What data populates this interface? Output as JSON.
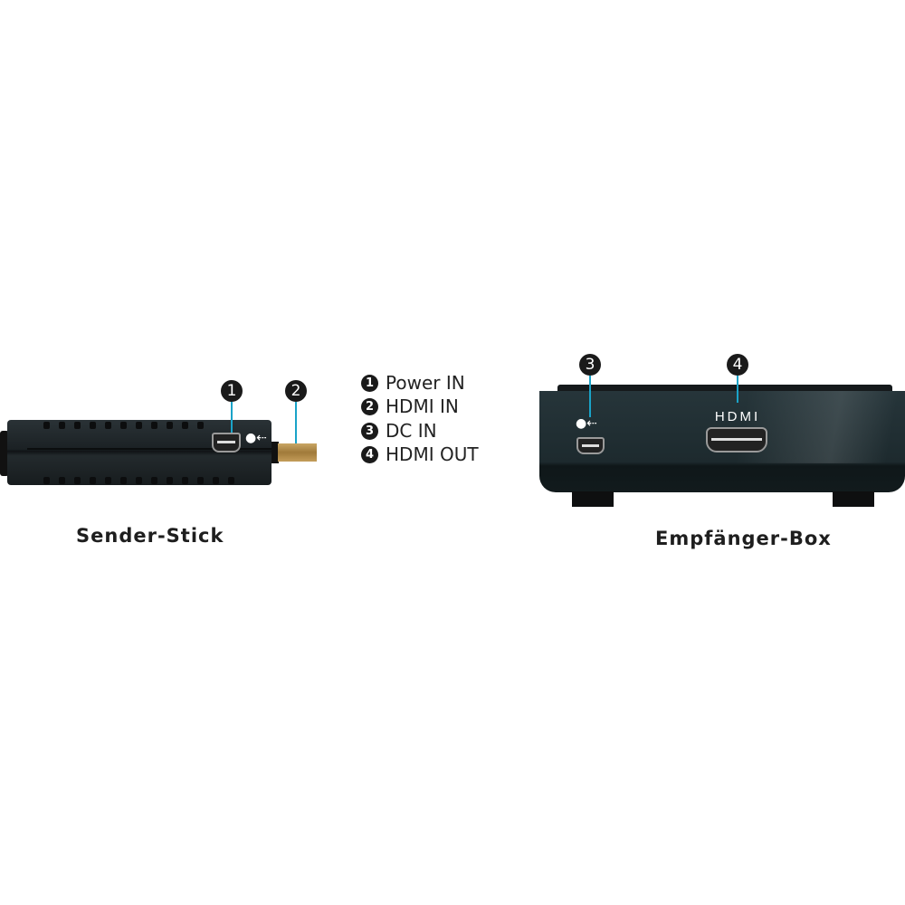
{
  "callouts": [
    "1",
    "2",
    "3",
    "4"
  ],
  "legend": [
    {
      "num": "1",
      "label": "Power IN"
    },
    {
      "num": "2",
      "label": "HDMI IN"
    },
    {
      "num": "3",
      "label": "DC IN"
    },
    {
      "num": "4",
      "label": "HDMI OUT"
    }
  ],
  "sender": {
    "caption": "Sender-Stick",
    "icons": [
      "mini-usb-port",
      "usb-icon",
      "hdmi-plug"
    ]
  },
  "receiver": {
    "caption": "Empfänger-Box",
    "port_label": "HDMI",
    "icons": [
      "usb-icon",
      "mini-usb-port",
      "hdmi-port"
    ]
  },
  "colors": {
    "leader": "#1aa3c8",
    "device": "#1c2326",
    "plug": "#b08a4a"
  }
}
